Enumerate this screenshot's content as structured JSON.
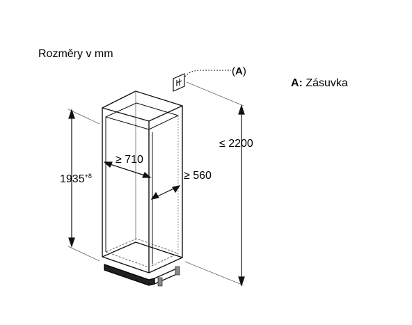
{
  "title": "Rozměry v mm",
  "legend": {
    "key": "A:",
    "text": "Zásuvka"
  },
  "callout": {
    "open": "(",
    "key": "A",
    "close": ")"
  },
  "dimensions": {
    "height": {
      "value": "1935",
      "tolerance": "+8"
    },
    "total_height": "≤ 2200",
    "width": "≥ 710",
    "depth": "≥ 560"
  }
}
